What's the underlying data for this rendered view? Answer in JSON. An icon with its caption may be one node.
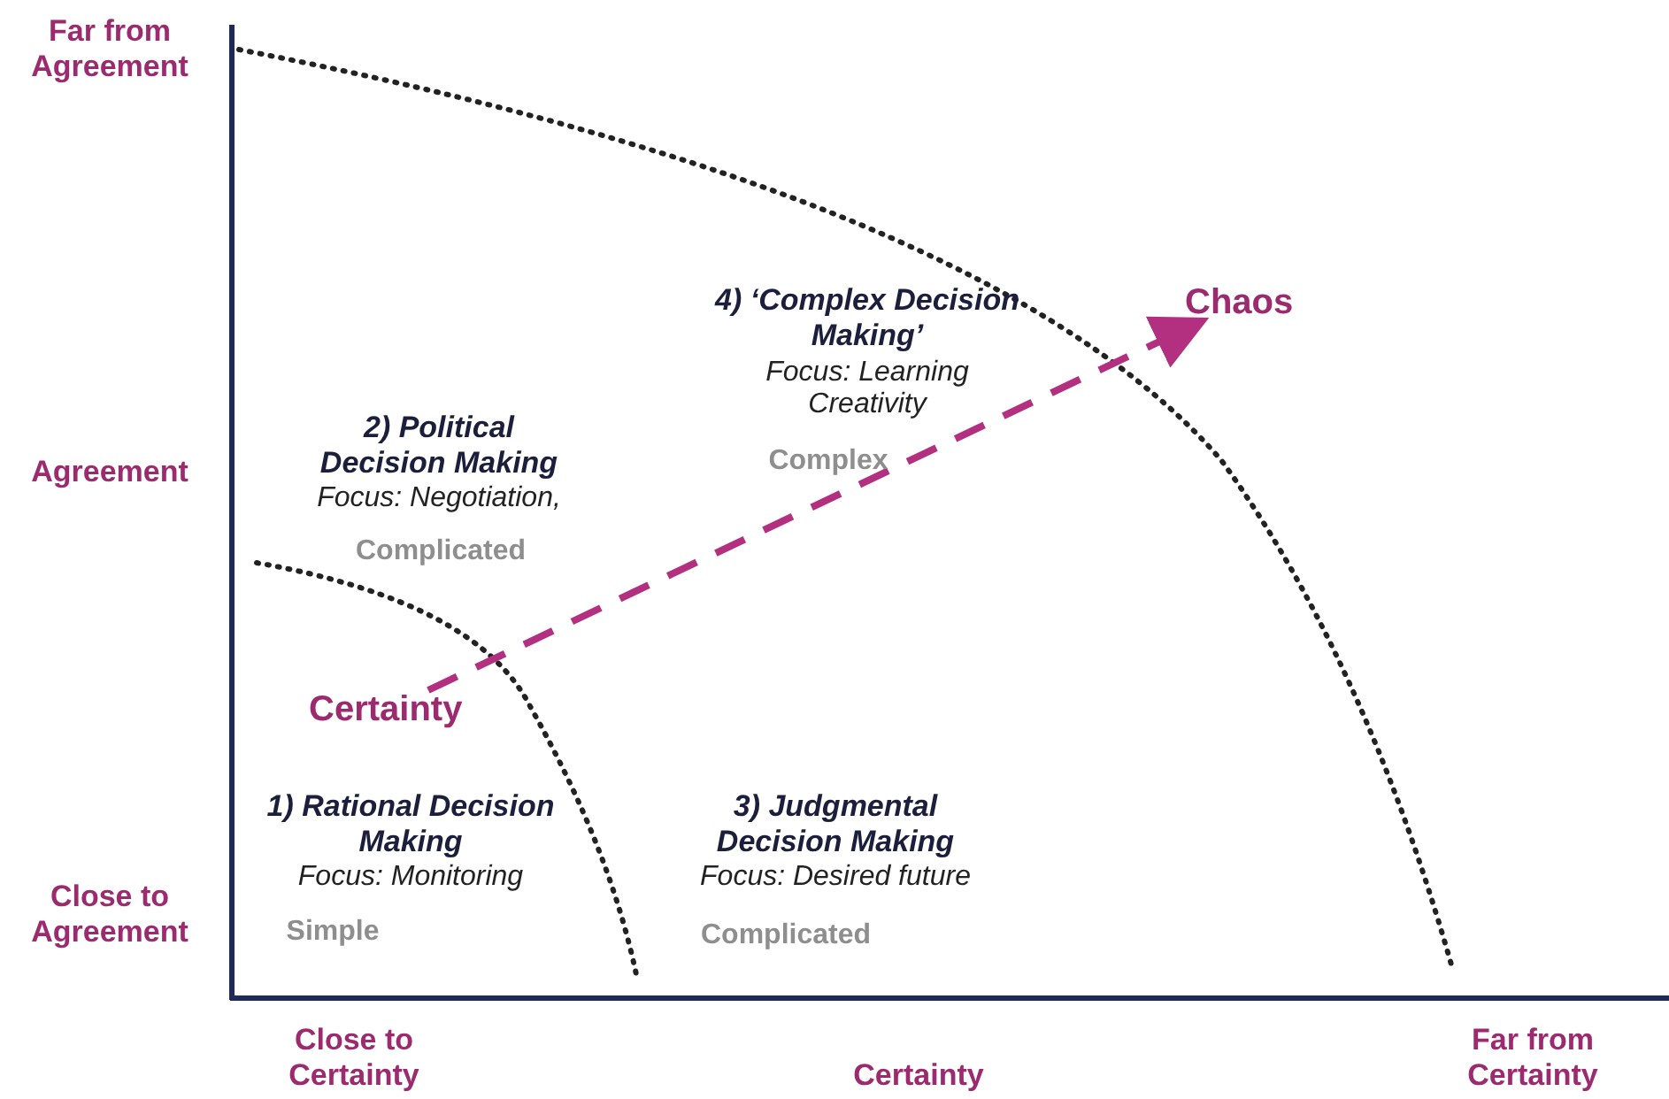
{
  "diagram": {
    "nodes": [
      {
        "text": [
          "Certainty"
        ]
      },
      {
        "text": [
          "Chaos"
        ]
      }
    ],
    "edges": [
      {
        "from": 0,
        "to": 1,
        "arrow": "to",
        "style": "dashed"
      }
    ],
    "labels": [
      "Far from Agreement",
      "Agreement",
      "4) ‘Complex Decision Making’",
      "Focus: Learning Creativity",
      "2) Political Decision Making",
      "Focus: Negotiation,",
      "Complex",
      "Complicated",
      "1) Rational Decision Making",
      "Focus: Monitoring",
      "3) Judgmental Decision Making",
      "Focus: Desired future",
      "Close to Agreement",
      "Simple",
      "Complicated",
      "Close to Certainty",
      "Certainty",
      "Far from Certainty"
    ]
  }
}
